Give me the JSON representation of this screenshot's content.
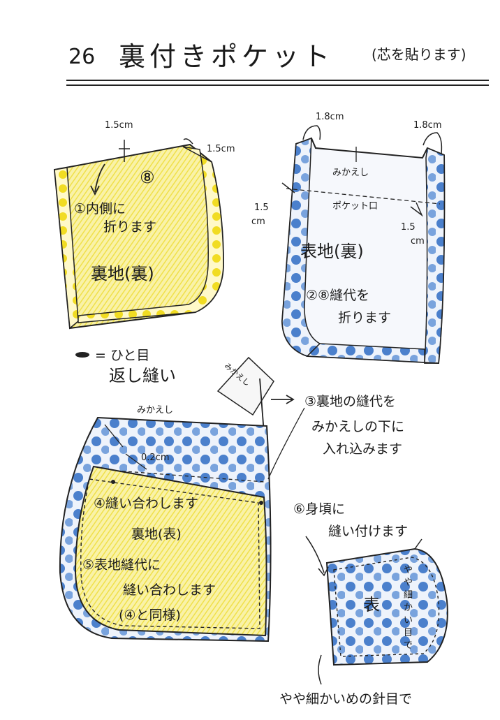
{
  "title": {
    "number": "26",
    "main": "裏付きポケット",
    "sub": "(芯を貼ります)"
  },
  "step1": {
    "dim_top": "1.5cm",
    "dim_side": "1.5cm",
    "line1": "①内側に",
    "line2": "折ります",
    "fabric": "裏地(裏)"
  },
  "step2": {
    "dim_left_top": "1.8cm",
    "dim_right_top": "1.8cm",
    "facing": "みかえし",
    "pocket_mouth": "ポケット口",
    "dim_left": "1.5",
    "dim_left_unit": "cm",
    "dim_right": "1.5",
    "dim_right_unit": "cm",
    "fabric": "表地(裏)",
    "line1": "②⑧縫代を",
    "line2": "折ります"
  },
  "legend": {
    "line1": "ひと目",
    "line2": "返し縫い",
    "tag": "みかえし"
  },
  "step3": {
    "line1": "③裏地の縫代を",
    "line2": "みかえしの下に",
    "line3": "入れ込みます"
  },
  "step45": {
    "facing": "みかえし",
    "dim": "0.2cm",
    "line4": "④縫い合わします",
    "fabric": "裏地(表)",
    "line5a": "⑤表地縫代に",
    "line5b": "縫い合わします",
    "line5c": "(④と同様)"
  },
  "step6": {
    "line1": "⑥身頃に",
    "line2": "縫い付けます",
    "fabric": "表",
    "side_note": "やや細かい目で",
    "bottom_note": "やや細かいめの針目で"
  },
  "colors": {
    "yellow": "#f3e65a",
    "yellow_light": "#f9f2a8",
    "blue": "#2f6cc4",
    "blue_light": "#9fc0ea",
    "ink": "#1d1d1d"
  }
}
